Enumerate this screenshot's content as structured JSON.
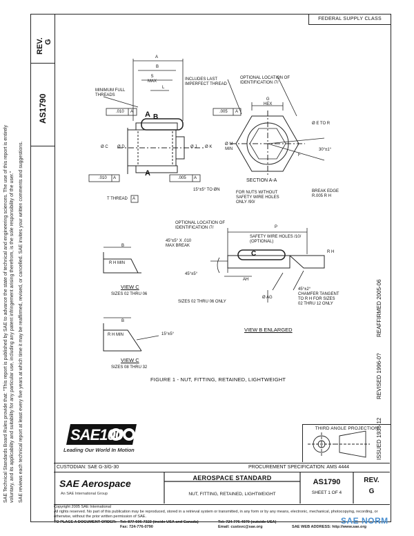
{
  "header": {
    "rev_label": "REV.",
    "rev_value": "G",
    "doc_number": "AS1790",
    "federal_supply": "FEDERAL SUPPLY CLASS"
  },
  "side_notice": {
    "line1": "SAE Technical Standards Board Rules provide that: \"This report is published by SAE to advance the state of technical and engineering sciences. The use of this report is entirely",
    "line2": "voluntary, and its applicability and suitability for any particular use, including any patent infringement arising therefrom, is the sole responsibility of the user.\"",
    "line3": "SAE reviews each technical report at least every five years at which time it may be reaffirmed, revised, or cancelled. SAE invites your written comments and suggestions."
  },
  "right_strip": {
    "issued": "ISSUED 1936-12",
    "revised": "REVISED 1996-0?",
    "reaffirmed": "REAFFIRMED 2005-06"
  },
  "drawing": {
    "labels": {
      "a": "A",
      "a_bold": "A",
      "b": "B",
      "l": "L",
      "s_max": "S\nMAX",
      "min_full_threads": "MINIMUM FULL\nTHREADS",
      "includes_last": "INCLUDES LAST\nIMPERFECT THREAD",
      "optional_location": "OPTIONAL LOCATION OF\nIDENTIFICATION /7/",
      "tol_010": ".010",
      "tol_005": ".005",
      "tol_010b": ".010",
      "tol_005b": ".005",
      "ref_a": "A",
      "phi_c": "Ø C",
      "phi_d": "Ø D",
      "phi_j": "Ø J",
      "phi_k": "Ø K",
      "phi_m_min": "Ø M\nMIN",
      "g_hex": "G\nHEX",
      "e_to_r": "Ø E TO R",
      "f": "F",
      "angle_30": "30°±1°",
      "chamfer_15": "15°±5° TO ØN",
      "t_thread": "T THREAD",
      "section": "SECTION A-A",
      "for_nuts": "FOR NUTS WITHOUT\nSAFETY WIRE HOLES\nONLY /90/",
      "break_edge": "BREAK EDGE\nR.005 R H",
      "opt_loc2": "OPTIONAL LOCATION OF\nIDENTIFICATION /7/",
      "p_ref": "P",
      "safety_wire": "SAFETY WIRE HOLES /10/\n(OPTIONAL)",
      "max_break": "45°±5° X .010\nMAX BREAK",
      "c_label": "C",
      "r_h": "R H",
      "ah": "AH",
      "chamfer_tangent": "45°±2°\nCHAMFER TANGENT\nTO R H FOR SIZES\n02 THRU 12 ONLY",
      "angle_45": "45°±5°",
      "sizes_02_06": "SIZES 02 THRU 06 ONLY",
      "phi_ag": "Ø AG",
      "view_b": "VIEW B ENLARGED",
      "b_left": "B",
      "rh_min": "R H MIN",
      "view_c1": "VIEW C",
      "sizes_c1": "SIZES 02 THRU 06",
      "b_left2": "B",
      "rh_min2": "R H MIN",
      "angle_15": "15°±5°",
      "view_c2": "VIEW C",
      "sizes_c2": "SIZES 08 THRU 32"
    }
  },
  "figure_caption": "FIGURE 1 - NUT, FITTING, RETAINED, LIGHTWEIGHT",
  "projection": {
    "title": "THIRD ANGLE PROJECTION"
  },
  "logo": {
    "text": "SAE100",
    "tagline": "Leading Our World In Motion"
  },
  "info_row": {
    "custodian": "CUSTODIAN: SAE G-3/G-30",
    "procurement": "PROCUREMENT SPECIFICATION: AMS 4444"
  },
  "title_block": {
    "org": "SAE Aerospace",
    "org_sub": "An SAE International Group",
    "standard": "AEROSPACE STANDARD",
    "title": "NUT, FITTING, RETAINED, LIGHTWEIGHT",
    "doc_number": "AS1790",
    "sheet": "SHEET 1 OF 4",
    "rev_label": "REV.",
    "rev_value": "G"
  },
  "footer": {
    "copyright": "Copyright 2005 SAE International",
    "rights": "All rights reserved. No part of this publication may be reproduced, stored in a retrieval system or transmitted, in any form or by any means, electronic, mechanical, photocopying, recording, or",
    "rights2": "otherwise, without the prior written permission of SAE.",
    "order_label": "TO PLACE A DOCUMENT ORDER:",
    "tel1": "Tel:  877-606-7323 (inside USA and Canada)",
    "tel2": "Tel:  724-776-4970 (outside USA)",
    "fax": "Fax:  724-776-0790",
    "email": "Email: custsvc@sae.org",
    "web": "SAE WEB ADDRESS: http://www.sae.org"
  },
  "watermark": "SAE NORM"
}
